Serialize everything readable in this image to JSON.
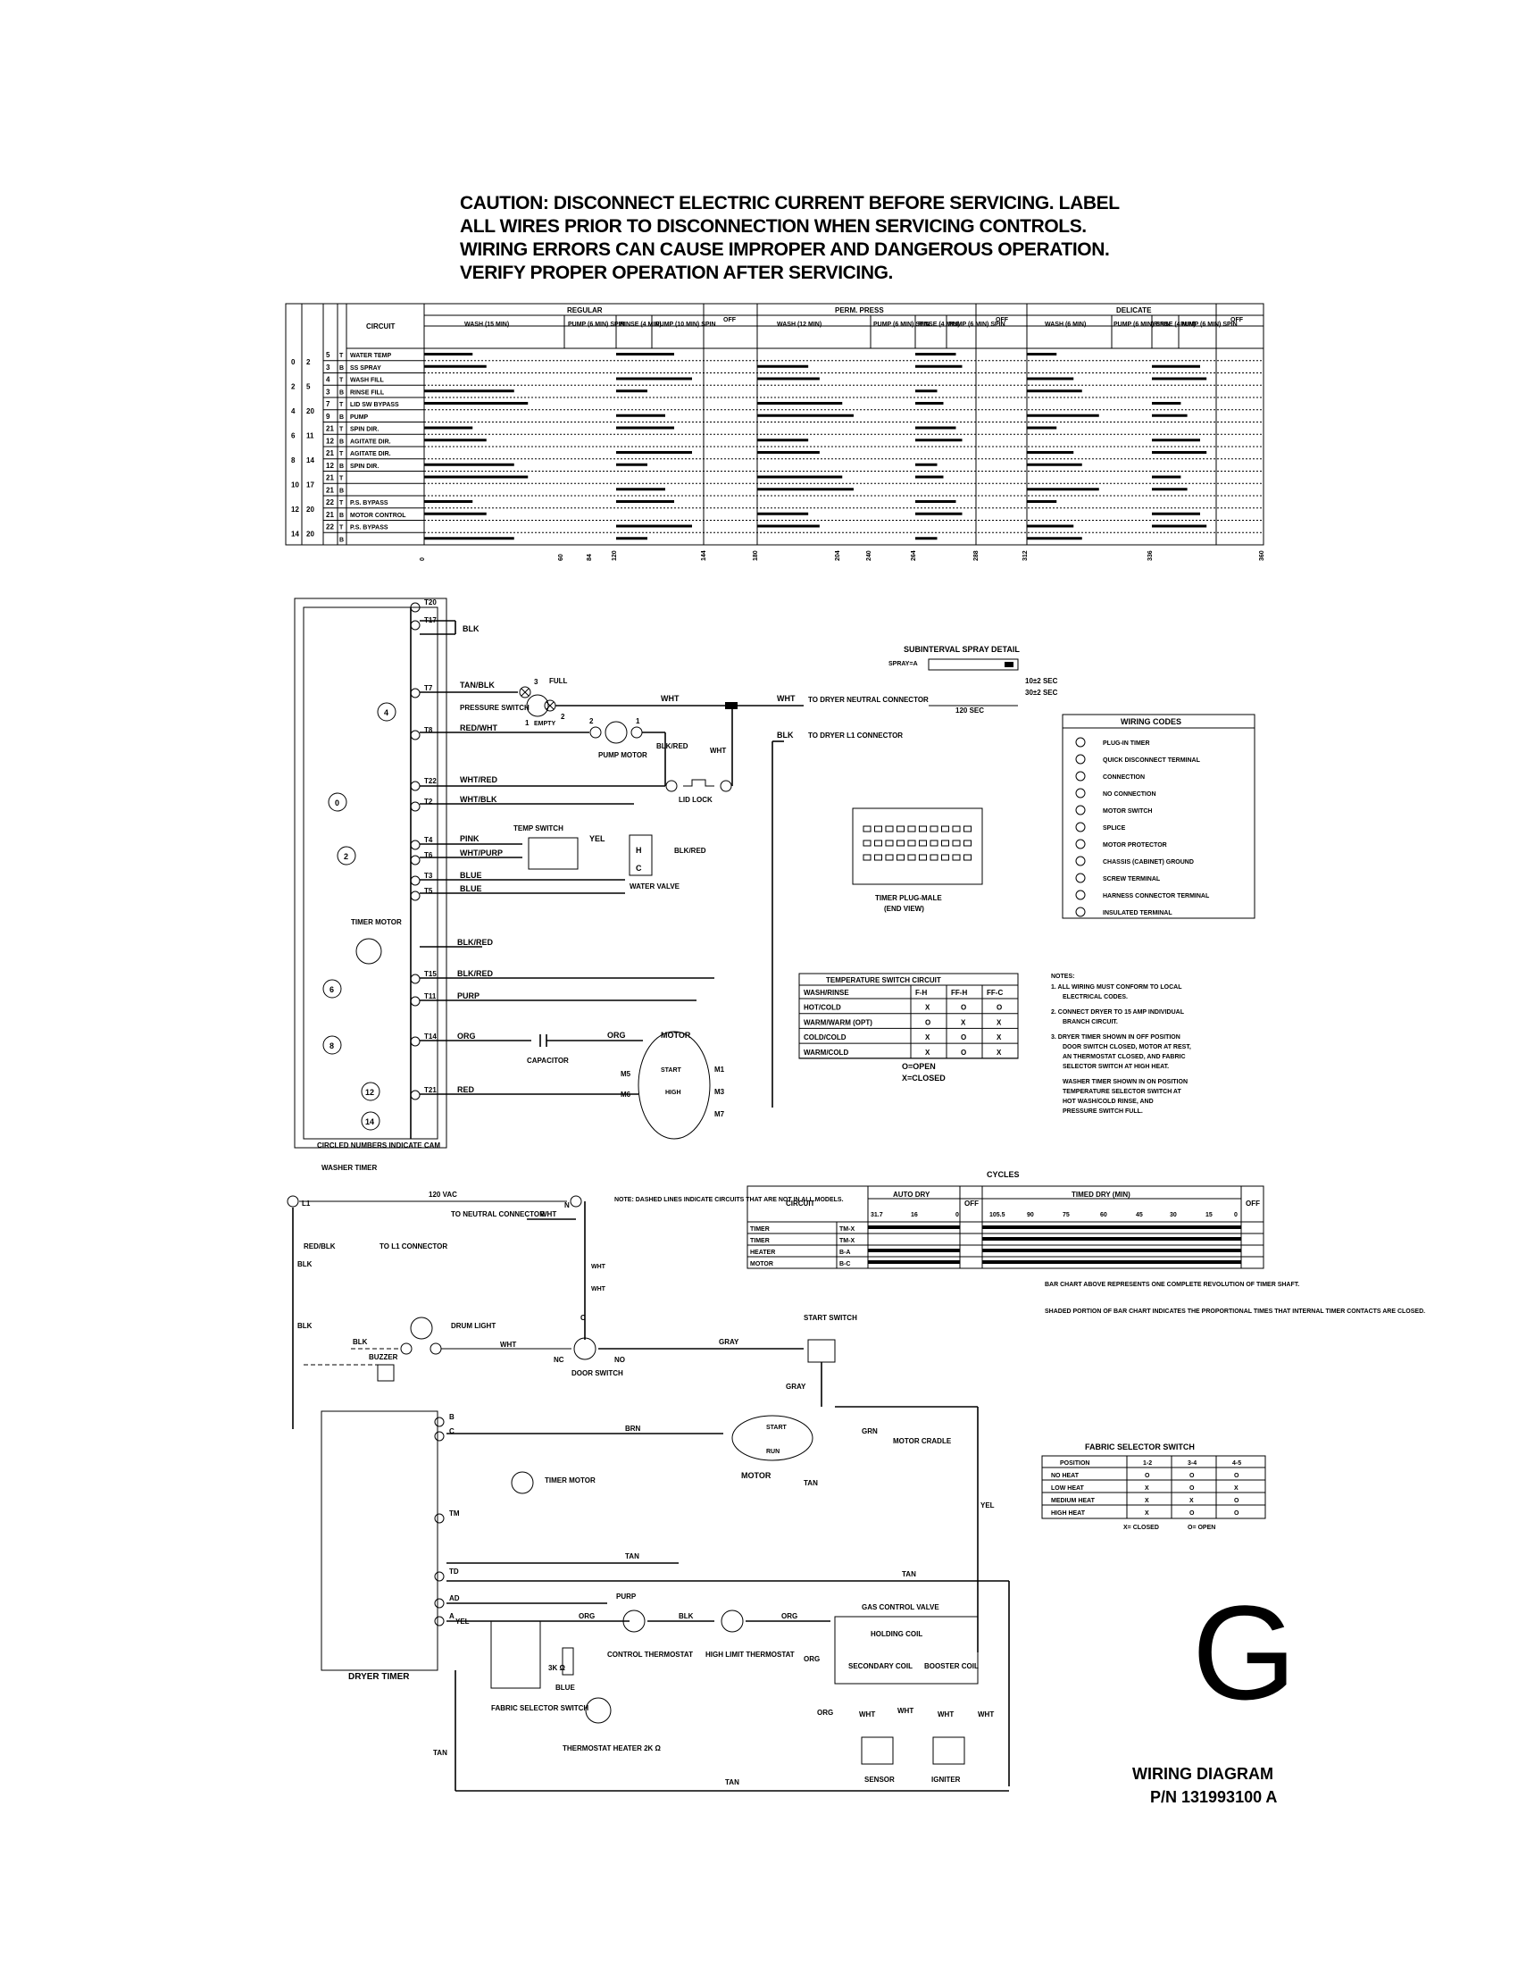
{
  "caution": [
    "CAUTION: DISCONNECT ELECTRIC CURRENT BEFORE SERVICING. LABEL",
    "ALL WIRES PRIOR TO DISCONNECTION WHEN SERVICING CONTROLS.",
    "WIRING ERRORS CAN CAUSE IMPROPER AND DANGEROUS OPERATION.",
    "VERIFY PROPER OPERATION AFTER SERVICING."
  ],
  "washer_chart": {
    "circuit_header": "CIRCUIT",
    "groups": [
      "REGULAR",
      "OFF",
      "PERM. PRESS",
      "OFF",
      "DELICATE",
      "OFF"
    ],
    "regular_steps": [
      "WASH (15 MIN)",
      "PUMP (6 MIN) SPIN",
      "RINSE (4 MIN)",
      "PUMP (10 MIN) SPIN"
    ],
    "perm_steps": [
      "WASH (12 MIN)",
      "PUMP (6 MIN) SPIN",
      "RINSE (4 MIN)",
      "PUMP (6 MIN) SPIN"
    ],
    "delicate_steps": [
      "WASH (6 MIN)",
      "PUMP (6 MIN) SPIN",
      "RINSE (4 MIN)",
      "PUMP (6 MIN) SPIN"
    ],
    "rows": [
      {
        "cam": "0",
        "top": "2",
        "term": "5",
        "side": "T",
        "circuit": "WATER TEMP"
      },
      {
        "cam": "",
        "top": "",
        "term": "3",
        "side": "B",
        "circuit": "SS SPRAY"
      },
      {
        "cam": "2",
        "top": "5",
        "term": "4",
        "side": "T",
        "circuit": "WASH FILL"
      },
      {
        "cam": "",
        "top": "",
        "term": "3",
        "side": "B",
        "circuit": "RINSE FILL"
      },
      {
        "cam": "4",
        "top": "20",
        "term": "7",
        "side": "T",
        "circuit": "LID SW BYPASS"
      },
      {
        "cam": "",
        "top": "",
        "term": "9",
        "side": "B",
        "circuit": "PUMP"
      },
      {
        "cam": "6",
        "top": "11",
        "term": "21",
        "side": "T",
        "circuit": "SPIN DIR."
      },
      {
        "cam": "",
        "top": "",
        "term": "12",
        "side": "B",
        "circuit": "AGITATE DIR."
      },
      {
        "cam": "8",
        "top": "14",
        "term": "21",
        "side": "T",
        "circuit": "AGITATE DIR."
      },
      {
        "cam": "",
        "top": "",
        "term": "12",
        "side": "B",
        "circuit": "SPIN DIR."
      },
      {
        "cam": "10",
        "top": "17",
        "term": "21",
        "side": "T",
        "circuit": ""
      },
      {
        "cam": "",
        "top": "",
        "term": "21",
        "side": "B",
        "circuit": ""
      },
      {
        "cam": "12",
        "top": "20",
        "term": "22",
        "side": "T",
        "circuit": "P.S. BYPASS"
      },
      {
        "cam": "",
        "top": "",
        "term": "21",
        "side": "B",
        "circuit": "MOTOR CONTROL"
      },
      {
        "cam": "14",
        "top": "20",
        "term": "22",
        "side": "T",
        "circuit": "P.S. BYPASS"
      },
      {
        "cam": "",
        "top": "",
        "term": "",
        "side": "B",
        "circuit": ""
      }
    ],
    "ticks": [
      "0",
      "60",
      "84",
      "120",
      "144",
      "180",
      "204",
      "240",
      "264",
      "288",
      "312",
      "336",
      "360"
    ]
  },
  "washer": {
    "terminals": [
      "T20",
      "T17",
      "T7",
      "T8",
      "T22",
      "T2",
      "T4",
      "T6",
      "T3",
      "T5",
      "T15",
      "T11",
      "T14",
      "T21"
    ],
    "wires": {
      "blk": "BLK",
      "tan_blk": "TAN/BLK",
      "red_wht": "RED/WHT",
      "wht_red": "WHT/RED",
      "wht_blk": "WHT/BLK",
      "pink": "PINK",
      "wht_purp": "WHT/PURP",
      "blue": "BLUE",
      "blk_red": "BLK/RED",
      "purp": "PURP",
      "org": "ORG",
      "red": "RED",
      "wht": "WHT",
      "yel": "YEL"
    },
    "pressure_switch": "PRESSURE SWITCH",
    "full": "FULL",
    "empty": "EMPTY",
    "pump_motor": "PUMP MOTOR",
    "lid_lock": "LID LOCK",
    "temp_switch": "TEMP SWITCH",
    "water_valve": "WATER VALVE",
    "timer_motor": "TIMER MOTOR",
    "capacitor": "CAPACITOR",
    "motor": "MOTOR",
    "start": "START",
    "high": "HIGH",
    "circled_note": "CIRCLED NUMBERS INDICATE CAM",
    "washer_timer": "WASHER TIMER",
    "to_dryer_neutral": "TO DRYER NEUTRAL CONNECTOR",
    "to_dryer_l1": "TO DRYER L1 CONNECTOR",
    "cams": [
      "4",
      "0",
      "2",
      "6",
      "8",
      "12",
      "14"
    ]
  },
  "spray_detail": {
    "title": "SUBINTERVAL SPRAY DETAIL",
    "spray": "SPRAY=A",
    "t1": "10±2 SEC",
    "t2": "30±2 SEC",
    "t3": "120 SEC"
  },
  "wiring_codes": {
    "title": "WIRING CODES",
    "items": [
      "PLUG-IN TIMER",
      "QUICK DISCONNECT TERMINAL",
      "CONNECTION",
      "NO CONNECTION",
      "MOTOR SWITCH",
      "SPLICE",
      "MOTOR PROTECTOR",
      "CHASSIS (CABINET) GROUND",
      "SCREW TERMINAL",
      "HARNESS CONNECTOR TERMINAL",
      "INSULATED TERMINAL"
    ]
  },
  "timer_plug": {
    "label": "TIMER PLUG-MALE",
    "sub": "(END VIEW)"
  },
  "temp_switch_table": {
    "title": "TEMPERATURE SWITCH CIRCUIT",
    "headers": [
      "WASH/RINSE",
      "F-H",
      "FF-H",
      "FF-C"
    ],
    "rows": [
      [
        "HOT/COLD",
        "X",
        "O",
        "O"
      ],
      [
        "WARM/WARM (OPT)",
        "O",
        "X",
        "X"
      ],
      [
        "COLD/COLD",
        "X",
        "O",
        "X"
      ],
      [
        "WARM/COLD",
        "X",
        "O",
        "X"
      ]
    ],
    "legend1": "O=OPEN",
    "legend2": "X=CLOSED"
  },
  "notes": [
    "NOTES:",
    "1. ALL WIRING MUST CONFORM TO LOCAL",
    "ELECTRICAL CODES.",
    "2. CONNECT DRYER TO 15 AMP INDIVIDUAL",
    "BRANCH CIRCUIT.",
    "3. DRYER TIMER SHOWN IN OFF POSITION",
    "DOOR SWITCH CLOSED, MOTOR AT REST,",
    "AN THERMOSTAT CLOSED, AND FABRIC",
    "SELECTOR SWITCH AT HIGH HEAT.",
    "WASHER TIMER SHOWN IN ON POSITION",
    "TEMPERATURE SELECTOR SWITCH AT",
    "HOT WASH/COLD RINSE, AND",
    "PRESSURE SWITCH FULL."
  ],
  "cycles": {
    "title": "CYCLES",
    "circuit": "CIRCUIT",
    "auto_dry": "AUTO DRY",
    "off": "OFF",
    "timed_dry": "TIMED DRY (MIN)",
    "auto_ticks": [
      "31.7",
      "16",
      "0"
    ],
    "timed_ticks": [
      "105.5",
      "90",
      "75",
      "60",
      "45",
      "30",
      "15",
      "0"
    ],
    "rows": [
      [
        "TIMER",
        "TM-X"
      ],
      [
        "TIMER",
        "TM-X"
      ],
      [
        "HEATER",
        "B-A"
      ],
      [
        "MOTOR",
        "B-C"
      ]
    ],
    "note1": "BAR CHART ABOVE REPRESENTS ONE COMPLETE REVOLUTION OF TIMER SHAFT.",
    "note2": "SHADED PORTION OF BAR CHART INDICATES THE PROPORTIONAL TIMES THAT INTERNAL TIMER CONTACTS ARE CLOSED."
  },
  "fabric_table": {
    "title": "FABRIC SELECTOR SWITCH",
    "headers": [
      "POSITION",
      "1-2",
      "3-4",
      "4-5"
    ],
    "rows": [
      [
        "NO HEAT",
        "O",
        "O",
        "O"
      ],
      [
        "LOW HEAT",
        "X",
        "O",
        "X"
      ],
      [
        "MEDIUM HEAT",
        "X",
        "X",
        "O"
      ],
      [
        "HIGH HEAT",
        "X",
        "O",
        "O"
      ]
    ],
    "legend1": "X= CLOSED",
    "legend2": "O= OPEN"
  },
  "dryer": {
    "vac": "120 VAC",
    "l1": "L1",
    "n": "N",
    "red_blk": "RED/BLK",
    "to_l1": "TO L1 CONNECTOR",
    "to_neutral": "TO NEUTRAL CONNECTOR",
    "note": "NOTE: DASHED LINES INDICATE CIRCUITS THAT ARE NOT IN ALL MODELS.",
    "drum_light": "DRUM LIGHT",
    "buzzer": "BUZZER",
    "door_switch": "DOOR SWITCH",
    "nc": "NC",
    "no": "NO",
    "c": "C",
    "start_switch": "START SWITCH",
    "gray": "GRAY",
    "brn": "BRN",
    "grn": "GRN",
    "yel": "YEL",
    "tan": "TAN",
    "purp": "PURP",
    "org": "ORG",
    "blk": "BLK",
    "blue": "BLUE",
    "wht": "WHT",
    "motor": "MOTOR",
    "motor_cradle": "MOTOR CRADLE",
    "run": "RUN",
    "start": "START",
    "timer_motor": "TIMER MOTOR",
    "dryer_timer": "DRYER TIMER",
    "control_thermostat": "CONTROL THERMOSTAT",
    "high_limit": "HIGH LIMIT THERMOSTAT",
    "gas_valve": "GAS CONTROL VALVE",
    "holding_coil": "HOLDING COIL",
    "secondary_coil": "SECONDARY COIL",
    "booster_coil": "BOOSTER COIL",
    "sensor": "SENSOR",
    "igniter": "IGNITER",
    "fabric_selector": "FABRIC SELECTOR SWITCH",
    "thermostat_heater": "THERMOSTAT HEATER 2K Ω",
    "res3k": "3K Ω",
    "terms": [
      "B",
      "C",
      "TM",
      "TD",
      "AD",
      "A"
    ]
  },
  "letter": "G",
  "title": "WIRING DIAGRAM",
  "part_number": "P/N 131993100 A"
}
